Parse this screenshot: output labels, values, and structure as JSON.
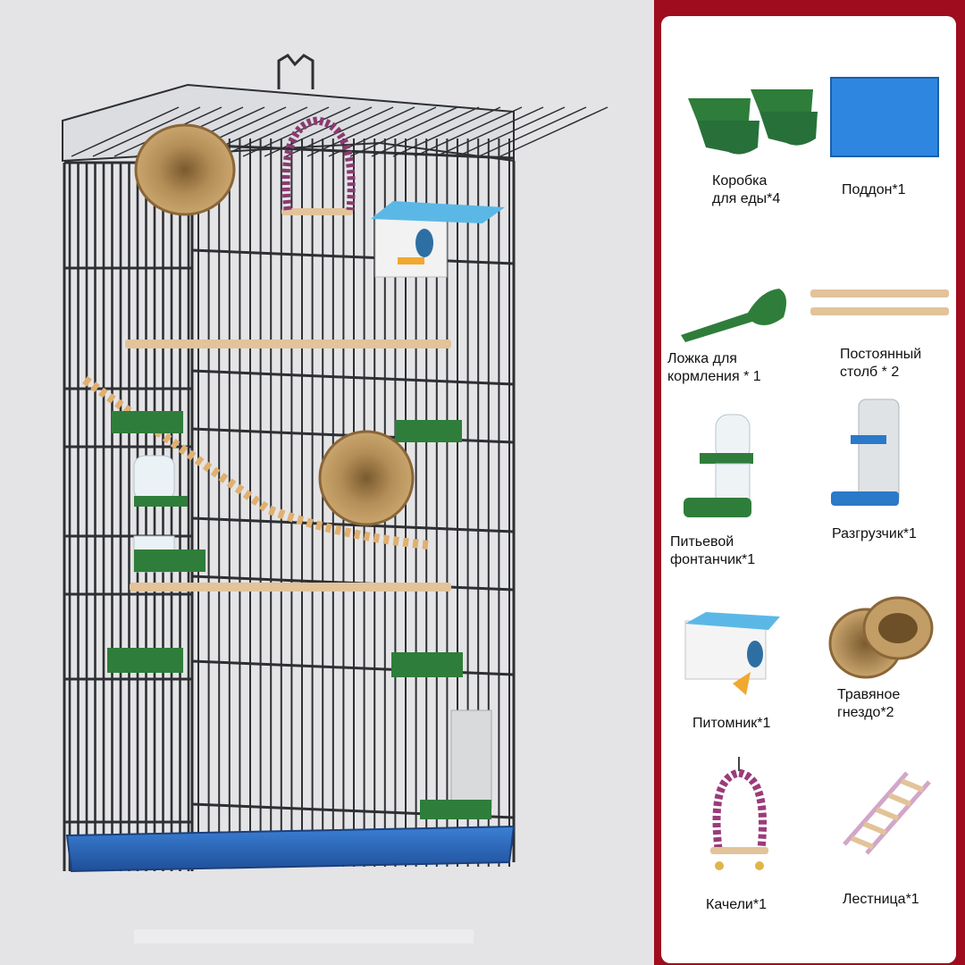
{
  "colors": {
    "frame": "#9e0c1e",
    "left_bg": "#e4e4e6",
    "cage_wire": "#2d2f33",
    "tray_blue": "#2f6cc0",
    "green": "#2f7d3a",
    "straw": "#b08a52",
    "wood": "#e2c39a"
  },
  "accessories": [
    {
      "label": "Коробка\nдля еды*4",
      "icon": "food-box-icon"
    },
    {
      "label": "Поддон*1",
      "icon": "tray-icon"
    },
    {
      "label": "Ложка для\nкормления * 1",
      "icon": "feeding-spoon-icon"
    },
    {
      "label": "Постоянный\nстолб * 2",
      "icon": "perch-sticks-icon"
    },
    {
      "label": "Питьевой\nфонтанчик*1",
      "icon": "drinking-fountain-icon"
    },
    {
      "label": "Разгрузчик*1",
      "icon": "feeder-icon"
    },
    {
      "label": "Питомник*1",
      "icon": "nest-box-icon"
    },
    {
      "label": "Травяное\nгнездо*2",
      "icon": "grass-nest-icon"
    },
    {
      "label": "Качели*1",
      "icon": "swing-icon"
    },
    {
      "label": "Лестница*1",
      "icon": "ladder-icon"
    }
  ]
}
